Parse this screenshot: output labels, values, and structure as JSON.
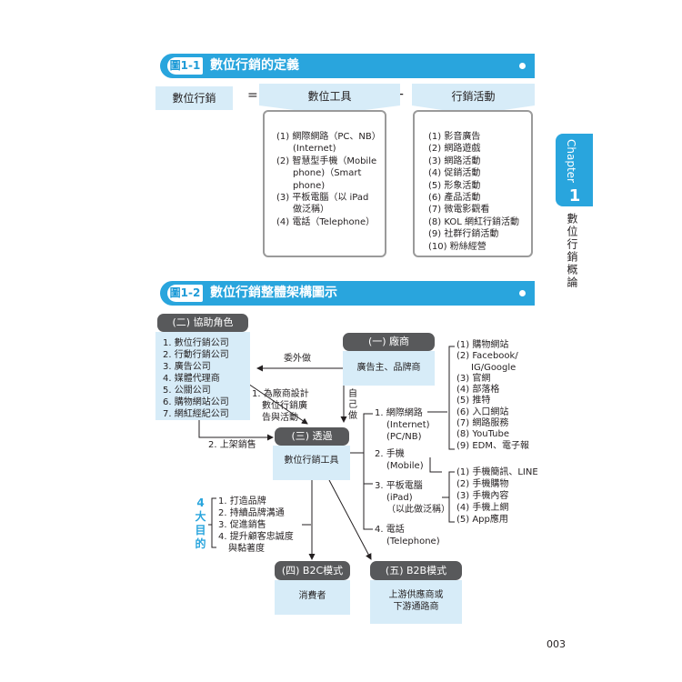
{
  "fig1": {
    "tag": "圖1-1",
    "title": "數位行銷的定義",
    "term": "數位行銷",
    "equals": "=",
    "plus": "+",
    "tools_title": "數位工具",
    "activities_title": "行銷活動",
    "tools": [
      "(1) 網際網路（PC、NB）",
      "(Internet)",
      "(2) 智慧型手機（Mobile",
      "phone)（Smart",
      "phone)",
      "(3) 平板電腦（以 iPad",
      "做泛稱）",
      "(4) 電話（Telephone）"
    ],
    "activities": [
      "(1) 影音廣告",
      "(2) 網路遊戲",
      "(3) 網路活動",
      "(4) 促銷活動",
      "(5) 形象活動",
      "(6) 產品活動",
      "(7) 微電影觀看",
      "(8) KOL 網紅行銷活動",
      "(9) 社群行銷活動",
      "(10) 粉絲經營"
    ]
  },
  "sidebar": {
    "chapter_word": "Chapter",
    "chapter_num": "1",
    "chapter_title": "數位行銷概論"
  },
  "fig2": {
    "tag": "圖1-2",
    "title": "數位行銷整體架構圖示",
    "assist_label": "(二) 協助角色",
    "assist_items": [
      "1. 數位行銷公司",
      "2. 行動行銷公司",
      "3. 廣告公司",
      "4. 媒體代理商",
      "5. 公關公司",
      "6. 購物網站公司",
      "7. 網紅經紀公司"
    ],
    "vendor_label": "(一) 廠商",
    "vendor_body": "廣告主、品牌商",
    "outsource": "委外做",
    "self_do": "自己做",
    "agency_tasks": [
      "1. 為廠商設計",
      "數位行銷廣",
      "告與活動"
    ],
    "listing": "2. 上架銷售",
    "via_label": "(三) 透過",
    "via_body": "數位行銷工具",
    "channels": {
      "internet": [
        "1. 網際網路",
        "(Internet)",
        "(PC/NB)"
      ],
      "mobile": [
        "2. 手機",
        "(Mobile)"
      ],
      "tablet": [
        "3. 平板電腦",
        "(iPad)",
        "（以此做泛稱）"
      ],
      "phone": [
        "4. 電話",
        "(Telephone)"
      ]
    },
    "internet_items": [
      "(1) 購物網站",
      "(2) Facebook/",
      "IG/Google",
      "(3) 官網",
      "(4) 部落格",
      "(5) 推特",
      "(6) 入口網站",
      "(7) 網路服務",
      "(8) YouTube",
      "(9) EDM、電子報"
    ],
    "mobile_items": [
      "(1) 手機簡訊、LINE",
      "(2) 手機購物",
      "(3) 手機內容",
      "(4) 手機上網",
      "(5) App應用"
    ],
    "goals_label": "4大目的",
    "goals": [
      "1. 打造品牌",
      "2. 持續品牌溝通",
      "3. 促進銷售",
      "4. 提升顧客忠誠度",
      "與黏著度"
    ],
    "b2c_label": "(四) B2C模式",
    "b2c_body": "消費者",
    "b2b_label": "(五) B2B模式",
    "b2b_body": [
      "上游供應商或",
      "下游通路商"
    ]
  },
  "page_number": "003",
  "colors": {
    "accent": "#29a5dd",
    "light_blue": "#d7ecf8",
    "pill": "#58595b",
    "border": "#9a9a9a"
  }
}
